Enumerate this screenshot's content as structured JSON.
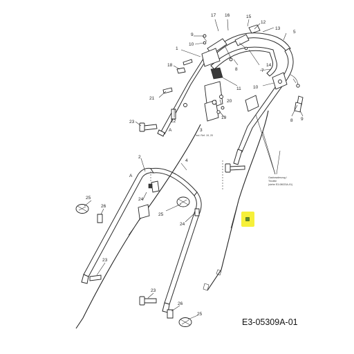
{
  "callouts": {
    "n1": "1",
    "n2": "2",
    "n3": "3",
    "n4": "4",
    "n5": "5",
    "n7": "7",
    "n8a": "8",
    "n8b": "8",
    "n9a": "9",
    "n9b": "9",
    "n10a": "10",
    "n10b": "10",
    "n11": "11",
    "n12": "12",
    "n13": "13",
    "n14": "14",
    "n15": "15",
    "n16": "16",
    "n17": "17",
    "n18": "18",
    "n19": "19",
    "n20": "20",
    "n21": "21",
    "n22": "22",
    "n23a": "23",
    "n23b": "23",
    "n23c": "23",
    "n24a": "24",
    "n24b": "24",
    "n25a": "25",
    "n25b": "25",
    "n25c": "25",
    "n26a": "26",
    "n26b": "26",
    "markerA1": "A",
    "markerA2": "A"
  },
  "notes": {
    "part3_ref": "incl. Ref. 19, 20",
    "throttle_line1": "Gasbowdenzug /",
    "throttle_line2": "Throttle",
    "throttle_line3": "(siehe E3-08023A-01)"
  },
  "drawing_code": "E3-05309A-01",
  "highlight_color": "#f6f03a",
  "highlight_part_color": "#5c8f2e"
}
